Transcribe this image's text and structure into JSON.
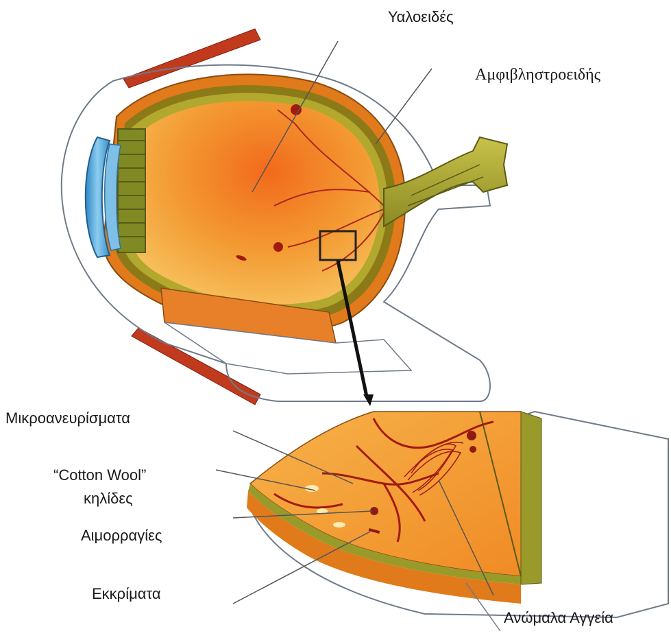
{
  "labels": {
    "vitreous": "Υαλοειδές",
    "retina": "Αμφιβληστροειδής",
    "microaneurysms": "Μικροανευρίσματα",
    "cotton_wool_line1": "“Cotton Wool”",
    "cotton_wool_line2": "κηλίδες",
    "hemorrhages": "Αιμορραγίες",
    "exudates": "Εκκρίματα",
    "irregular_vessels": "Ανώμαλα Αγγεία"
  },
  "colors": {
    "outline": "#6f7a8a",
    "eyelid_muscle": "#c23a1e",
    "sclera_orange": "#e07a1a",
    "vitreous_fill": "#f4a640",
    "retina_green": "#9a9a2a",
    "choroid_dark": "#7f6a12",
    "lens_blue": "#4aa0d8",
    "optic_nerve": "#a9a93a",
    "vessel_red": "#b0261a",
    "leader_line": "#555555",
    "arrow": "#111111"
  }
}
